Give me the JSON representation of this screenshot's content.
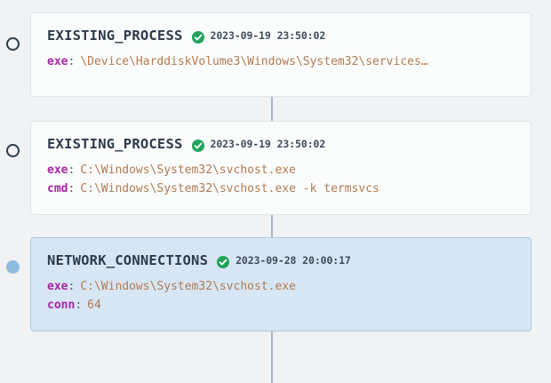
{
  "timeline": {
    "spine_color": "#a9b8c6",
    "accent_selected": "#8fbbdf",
    "verified_color": "#22a35a",
    "key_color": "#a626a4",
    "value_color": "#b07b52",
    "events": [
      {
        "marker": "hollow-circle-marker",
        "selected": false,
        "type": "EXISTING_PROCESS",
        "verified_icon": "verified-check-icon",
        "timestamp": "2023-09-19 23:50:02",
        "fields": [
          {
            "key": "exe",
            "colon": ":",
            "value": "\\Device\\HarddiskVolume3\\Windows\\System32\\services…"
          }
        ]
      },
      {
        "marker": "hollow-circle-marker",
        "selected": false,
        "type": "EXISTING_PROCESS",
        "verified_icon": "verified-check-icon",
        "timestamp": "2023-09-19 23:50:02",
        "fields": [
          {
            "key": "exe",
            "colon": ":",
            "value": "C:\\Windows\\System32\\svchost.exe"
          },
          {
            "key": "cmd",
            "colon": ":",
            "value": "C:\\Windows\\System32\\svchost.exe -k termsvcs"
          }
        ]
      },
      {
        "marker": "filled-circle-marker",
        "selected": true,
        "type": "NETWORK_CONNECTIONS",
        "verified_icon": "verified-check-icon",
        "timestamp": "2023-09-28 20:00:17",
        "fields": [
          {
            "key": "exe",
            "colon": ":",
            "value": "C:\\Windows\\System32\\svchost.exe"
          },
          {
            "key": "conn",
            "colon": ":",
            "value": "64"
          }
        ]
      }
    ]
  }
}
